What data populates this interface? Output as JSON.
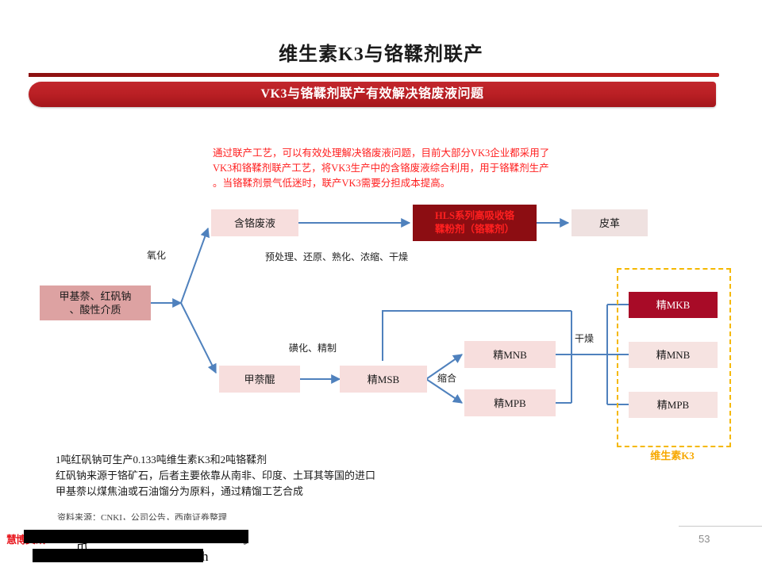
{
  "header": {
    "title": "维生素K3与铬鞣剂联产",
    "banner": "VK3与铬鞣剂联产有效解决铬废液问题",
    "banner_color": "#bb2025",
    "rule_color": "#a81717"
  },
  "intro": {
    "color": "#ff2020",
    "lines": [
      "通过联产工艺，可以有效处理解决铬废液问题，目前大部分VK3企业都采用了",
      "VK3和铬鞣剂联产工艺，将VK3生产中的含铬废液综合利用，用于铬鞣剂生产",
      "。当铬鞣剂景气低迷时，联产VK3需要分担成本提高。"
    ]
  },
  "flow": {
    "boxes": {
      "feedstock": "甲基萘、红矾钠\n、酸性介质",
      "chrome_waste": "含铬废液",
      "hls_line1": "HLS系列高吸收铬",
      "hls_line2": "鞣粉剂（铬鞣剂）",
      "leather": "皮革",
      "menadione": "甲萘醌",
      "msb": "精MSB",
      "mnb": "精MNB",
      "mpb": "精MPB",
      "mkb_product": "精MKB",
      "mnb_product": "精MNB",
      "mpb_product": "精MPB"
    },
    "labels": {
      "oxidation": "氧化",
      "pretreatment": "预处理、还原、熟化、浓缩、干燥",
      "sulfonation": "磺化、精制",
      "condensation": "缩合",
      "drying": "干燥"
    },
    "group_label": "维生素K3",
    "group_color": "#f5b800",
    "colors": {
      "feedstock_fill": "#dda2a2",
      "box_fill": "#f7dedd",
      "hls_fill": "#8c0d12",
      "hls_text": "#ff2020",
      "mkb_fill": "#a80b27",
      "connector": "#4f81bd"
    }
  },
  "notes": {
    "lines": [
      "1吨红矾钠可生产0.133吨维生素K3和2吨铬鞣剂",
      "红矾钠来源于铬矿石，后者主要依靠从南非、印度、土耳其等国的进口",
      "甲基萘以煤焦油或石油馏分为原料，通过精馏工艺合成"
    ]
  },
  "source": "资料来源：CNKI，公司公告，西南证券整理",
  "footer": {
    "logo_text": "慧博资讯",
    "page_number": "53"
  }
}
